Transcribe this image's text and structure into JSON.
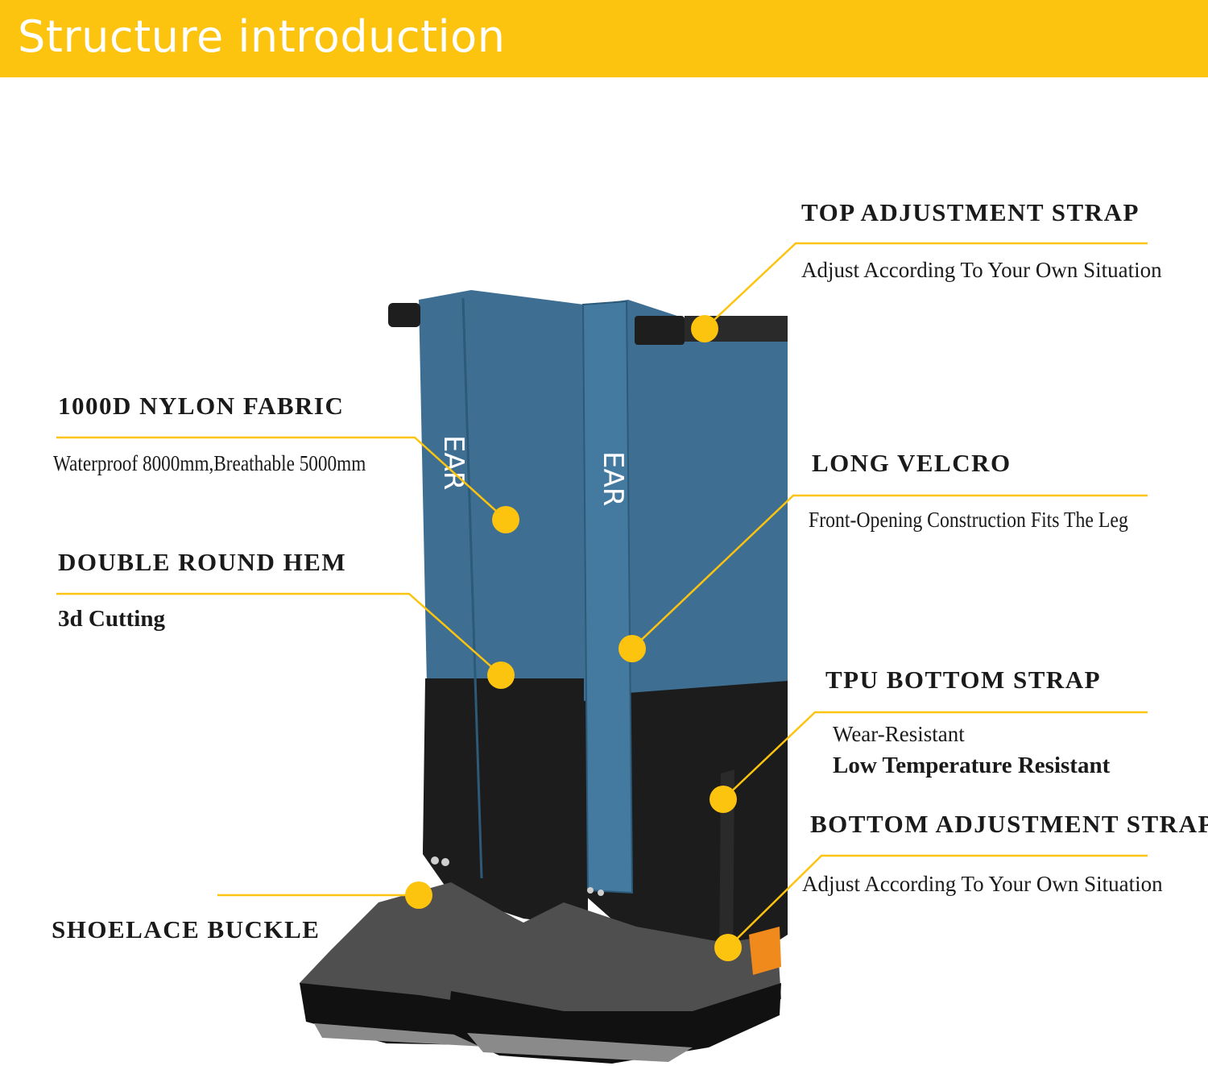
{
  "banner": {
    "title": "Structure introduction"
  },
  "product": {
    "logo_text": "EAR"
  },
  "callouts": {
    "top_strap": {
      "title": "TOP ADJUSTMENT STRAP",
      "desc": "Adjust According To Your Own Situation"
    },
    "nylon": {
      "title": "1000D NYLON FABRIC",
      "desc": "Waterproof 8000mm,Breathable 5000mm"
    },
    "velcro": {
      "title": "LONG VELCRO",
      "desc": "Front-Opening Construction Fits The Leg"
    },
    "hem": {
      "title": "DOUBLE ROUND HEM",
      "desc": "3d Cutting"
    },
    "tpu": {
      "title": "TPU BOTTOM STRAP",
      "desc1": "Wear-Resistant",
      "desc2": "Low Temperature Resistant"
    },
    "bottom_strap": {
      "title": "BOTTOM ADJUSTMENT STRAP",
      "desc": "Adjust According To Your Own Situation"
    },
    "shoelace": {
      "title": "SHOELACE BUCKLE"
    }
  },
  "colors": {
    "accent": "#fcc30f",
    "fabric_blue": "#3e6f92",
    "fabric_black": "#1c1c1c",
    "text": "#1a1a1a"
  }
}
